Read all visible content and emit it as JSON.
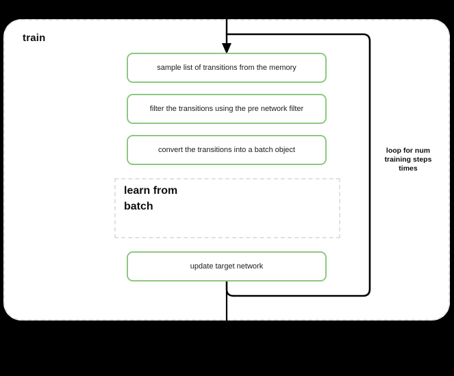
{
  "diagram": {
    "title": "train",
    "background_color": "#000000",
    "canvas_color": "#ffffff",
    "accent_color": "#8cc87f",
    "dashed_border_color": "#e0e0e0",
    "connector_color": "#000000",
    "steps": [
      {
        "id": "sample",
        "label": "sample list of transitions from the memory"
      },
      {
        "id": "filter",
        "label": "filter the transitions using the pre network filter"
      },
      {
        "id": "convert",
        "label": "convert the transitions into a batch object"
      },
      {
        "id": "update",
        "label": "update target network"
      }
    ],
    "subgroup": {
      "id": "learn-from-batch",
      "title": "learn from\nbatch"
    },
    "loop": {
      "label": "loop for num\ntraining steps\ntimes"
    }
  }
}
